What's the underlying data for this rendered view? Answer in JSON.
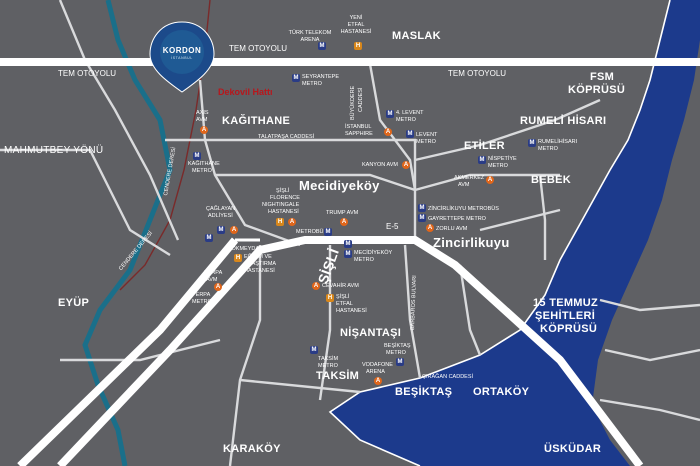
{
  "brand": {
    "name": "KORDON",
    "tagline": "İSTANBUL"
  },
  "colors": {
    "background": "#5f6064",
    "road": "#ffffff",
    "minor_road": "#d9dadc",
    "sea": "#1c3a8c",
    "creek": "#1a6f8a",
    "marker": "#1c4a8a",
    "metro": "#2a3c86",
    "avm": "#e0661b"
  },
  "map": {
    "districts": {
      "maslak": "MASLAK",
      "kagithane": "KAĞITHANE",
      "mecidiyekoy": "Mecidiyeköy",
      "zincirlikuyu": "Zincirlikuyu",
      "etiler": "ETİLER",
      "bebek": "BEBEK",
      "rumeli_hisari": "RUMELİ HİSARI",
      "fsm_line1": "FSM",
      "fsm_line2": "KÖPRÜSÜ",
      "mahmutbey": "MAHMUTBEY YÖNÜ",
      "eyup": "EYÜP",
      "sisli": "ŞİŞLİ",
      "nisantasi": "NİŞANTAŞI",
      "taksim": "TAKSİM",
      "besiktas": "BEŞİKTAŞ",
      "ortakoy": "ORTAKÖY",
      "karakoy": "KARAKÖY",
      "uskudar": "ÜSKÜDAR",
      "bridge15_line1": "15 TEMMUZ",
      "bridge15_line2": "ŞEHİTLERİ",
      "bridge15_line3": "KÖPRÜSÜ"
    },
    "roads": {
      "tem_top": "TEM OTOYOLU",
      "tem_left": "TEM OTOYOLU",
      "tem_right": "TEM OTOYOLU",
      "talatpasa": "TALATPAŞA CADDESİ",
      "e5": "E-5",
      "buyukdere_line1": "BÜYÜKDERE",
      "buyukdere_line2": "CADDESİ",
      "barbaros": "BARBAROS BULVARI",
      "ciragan": "ÇIRAĞAN CADDESİ",
      "cendere": "CENDERE DERESİ",
      "cendere2": "CENDERE DERESİ",
      "dekovil": "Dekovil Hattı"
    },
    "pois": {
      "turk_telekom_line1": "TÜRK TELEKOM",
      "turk_telekom_line2": "ARENA",
      "yeni_etfal_line1": "YENİ",
      "yeni_etfal_line2": "ETFAL",
      "yeni_etfal_line3": "HASTANESİ",
      "seyrantepe_line1": "SEYRANTEPE",
      "seyrantepe_line2": "METRO",
      "istanbul_sapphire_line1": "İSTANBUL",
      "istanbul_sapphire_line2": "SAPPHIRE",
      "levent4_line1": "4. LEVENT",
      "levent4_line2": "METRO",
      "levent_line1": "LEVENT",
      "levent_line2": "METRO",
      "kanyon": "KANYON AVM",
      "rumelihisari_line1": "RUMELİHİSARI",
      "rumelihisari_line2": "METRO",
      "nispetiye_line1": "NİSPETİYE",
      "nispetiye_line2": "METRO",
      "akmerkez_line1": "AKMERKEZ",
      "akmerkez_line2": "AVM",
      "axis_line1": "AXIS",
      "axis_line2": "AVM",
      "kagithane_metro_line1": "KAĞITHANE",
      "kagithane_metro_line2": "METRO",
      "caglayan_line1": "ÇAĞLAYAN",
      "caglayan_line2": "ADLİYESİ",
      "florence_line1": "ŞİŞLİ",
      "florence_line2": "FLORENCE",
      "florence_line3": "NIGHTINGALE",
      "florence_line4": "HASTANESİ",
      "trump": "TRUMP AVM",
      "metrobus": "METROBÜS",
      "zincirlikuyu_metrobus": "ZİNCİRLİKUYU METROBÜS",
      "gayrettepe": "GAYRETTEPE METRO",
      "zorlu": "ZORLU AVM",
      "mecidiyekoy_metro_line1": "MECİDİYEKÖY",
      "mecidiyekoy_metro_line2": "METRO",
      "okmeydani_line1": "OKMEYDANI",
      "okmeydani_line2": "EĞİTİM VE",
      "okmeydani_line3": "ARAŞTIRMA",
      "okmeydani_line4": "HASTANESİ",
      "perpa_line1": "PERPA",
      "perpa_line2": "AVM",
      "perpa_metro_line1": "PERPA",
      "perpa_metro_line2": "METRO",
      "cevahir": "CEVAHİR AVM",
      "sisli_etfal_line1": "ŞİŞLİ",
      "sisli_etfal_line2": "ETFAL",
      "sisli_etfal_line3": "HASTANESİ",
      "besiktas_metro_line1": "BEŞİKTAŞ",
      "besiktas_metro_line2": "METRO",
      "vodafone_line1": "VODAFONE",
      "vodafone_line2": "ARENA",
      "taksim_metro_line1": "TAKSİM",
      "taksim_metro_line2": "METRO"
    },
    "marker_letters": {
      "metro": "M",
      "avm": "A",
      "hospital": "H"
    }
  }
}
